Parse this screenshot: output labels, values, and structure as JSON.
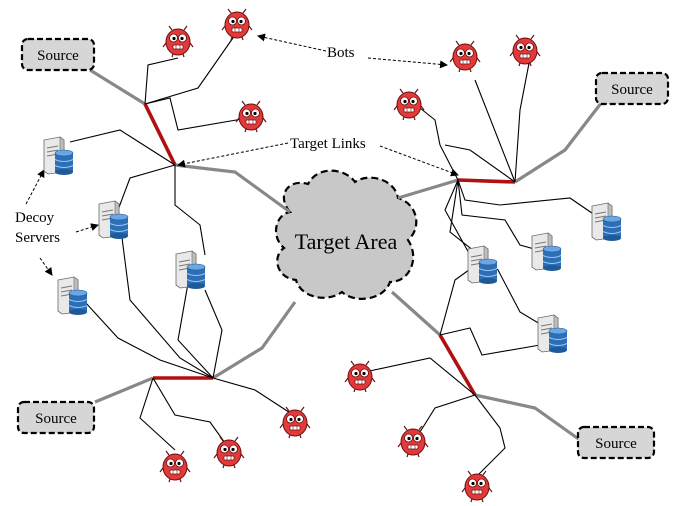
{
  "diagram": {
    "source_label": "Source",
    "target_area_label": "Target Area",
    "bots_label": "Bots",
    "target_links_label": "Target Links",
    "decoy_label_line1": "Decoy",
    "decoy_label_line2": "Servers"
  },
  "colors": {
    "source_fill": "#d6d6d6",
    "cloud_fill": "#c8c8c8",
    "target_link": "#b01010",
    "backbone": "#888888",
    "bot_body": "#e23a3a",
    "server_disk": "#2c6fb7"
  },
  "icons": {
    "bot": "bot-icon",
    "server": "database-server-icon",
    "cloud": "cloud-shape"
  }
}
